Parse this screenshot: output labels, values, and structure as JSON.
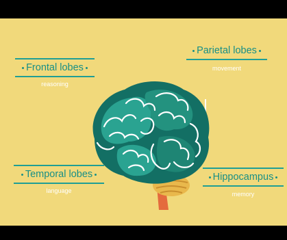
{
  "diagram": {
    "labels": {
      "frontal": {
        "title": "Frontal lobes",
        "subtitle": "reasoning"
      },
      "parietal": {
        "title": "Parietal lobes",
        "subtitle": "movement"
      },
      "temporal": {
        "title": "Temporal lobes",
        "subtitle": "language"
      },
      "hippocampus": {
        "title": "Hippocampus",
        "subtitle": "memory"
      }
    },
    "colors": {
      "background": "#F1D97B",
      "letterbox": "#000000",
      "accent": "#1F9E95",
      "brain_dark": "#136F64",
      "brain_light": "#2AA391",
      "cerebellum": "#E9B84C",
      "stem": "#E46B3D"
    }
  }
}
